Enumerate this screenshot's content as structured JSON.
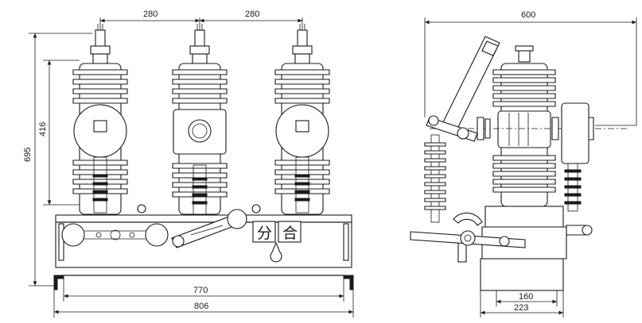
{
  "dimensions": {
    "front_pitch_left": "280",
    "front_pitch_right": "280",
    "front_total_height": "695",
    "front_insulator_height": "416",
    "front_inner_width": "770",
    "front_outer_width": "806",
    "side_width": "600",
    "side_base_inner": "160",
    "side_base_outer": "223"
  },
  "labels": {
    "open_char": "分",
    "close_char": "合"
  },
  "colors": {
    "line": "#1a1a1a",
    "background": "#ffffff"
  }
}
